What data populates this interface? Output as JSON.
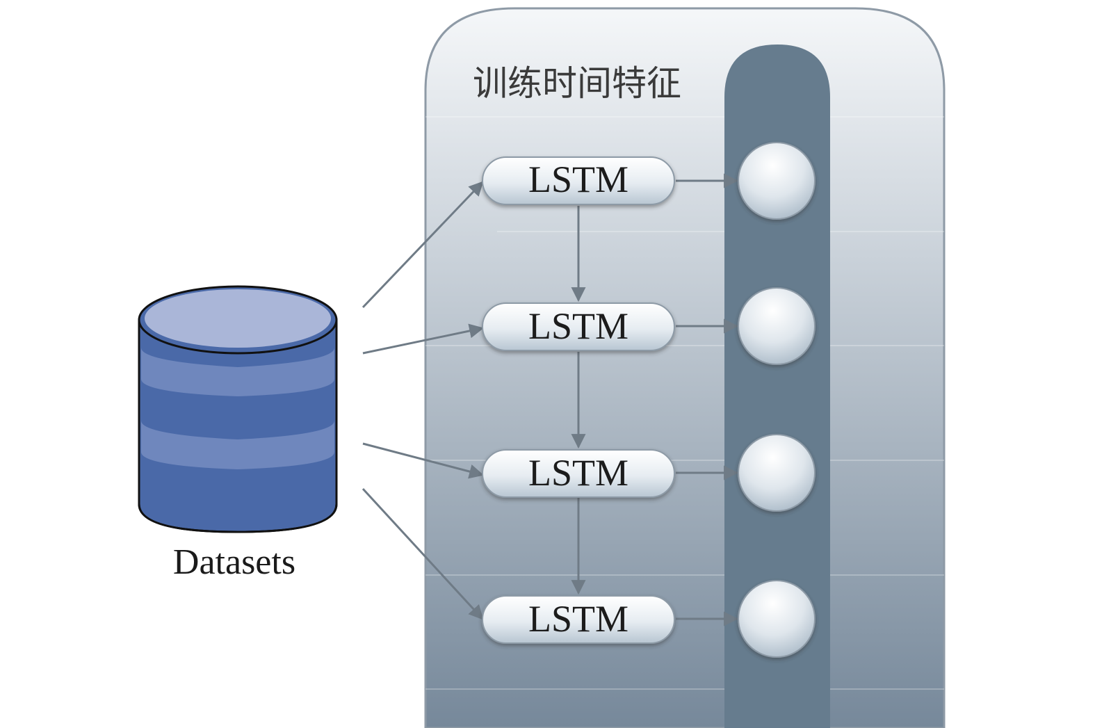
{
  "diagram": {
    "panel_title": "训练时间特征",
    "datasets_label": "Datasets",
    "lstm_labels": [
      "LSTM",
      "LSTM",
      "LSTM",
      "LSTM"
    ],
    "colors": {
      "panel_top": "#f3f5f8",
      "panel_bottom": "#7a8a9a",
      "column": "#667c8e",
      "node_light": "#f7f9fb",
      "node_dark": "#b9c7d3",
      "arrow": "#6f7b86",
      "db_top": "#aab6d8",
      "db_band_dark": "#4a69a8",
      "db_band_light": "#6f87bd"
    }
  }
}
